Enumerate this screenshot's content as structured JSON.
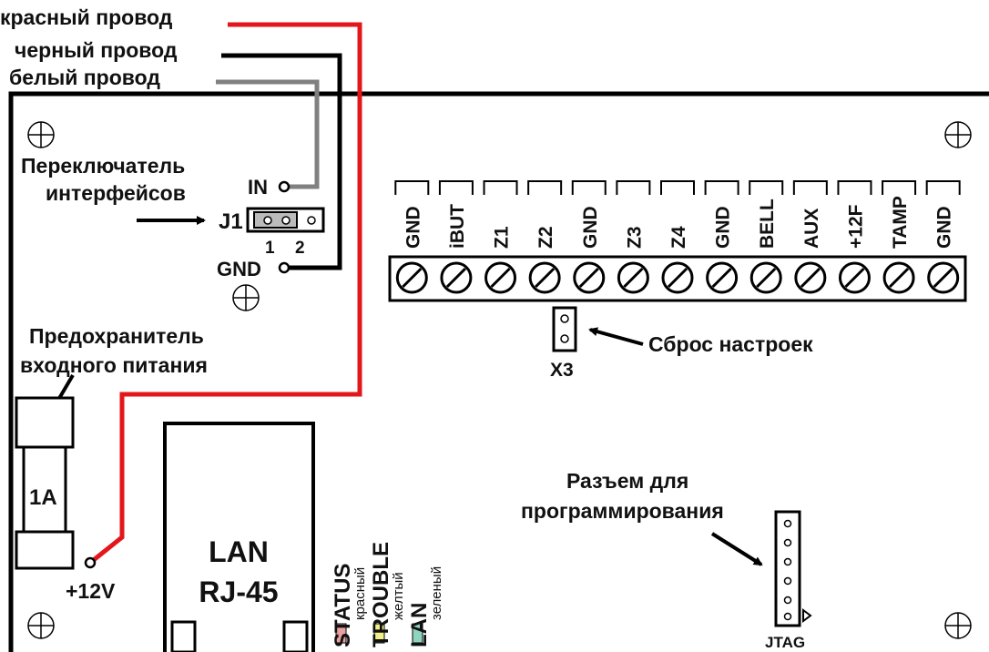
{
  "wires": {
    "red_label": "красный провод",
    "black_label": "черный провод",
    "white_label": "белый провод",
    "red_color": "#e3171b",
    "black_color": "#000000",
    "white_color": "#808080"
  },
  "jumper_j1": {
    "title_line1": "Переключатель",
    "title_line2": "интерфейсов",
    "name": "J1",
    "in_label": "IN",
    "gnd_label": "GND",
    "pin1": "1",
    "pin2": "2"
  },
  "fuse": {
    "title_line1": "Предохранитель",
    "title_line2": "входного питания",
    "rating": "1A"
  },
  "power": {
    "label": "+12V"
  },
  "terminals": [
    "GND",
    "iBUT",
    "Z1",
    "Z2",
    "GND",
    "Z3",
    "Z4",
    "GND",
    "BELL",
    "AUX",
    "+12F",
    "TAMP",
    "GND"
  ],
  "reset": {
    "name": "X3",
    "label": "Сброс настроек"
  },
  "lan": {
    "line1": "LAN",
    "line2": "RJ-45"
  },
  "leds": [
    {
      "name": "STATUS",
      "color_name": "красный",
      "color": "#e8a0a0"
    },
    {
      "name": "TROUBLE",
      "color_name": "желтый",
      "color": "#f3f08a"
    },
    {
      "name": "LAN",
      "color_name": "зеленый",
      "color": "#8fd4c0"
    }
  ],
  "jtag": {
    "title_line1": "Разъем для",
    "title_line2": "программирования",
    "name": "JTAG"
  }
}
